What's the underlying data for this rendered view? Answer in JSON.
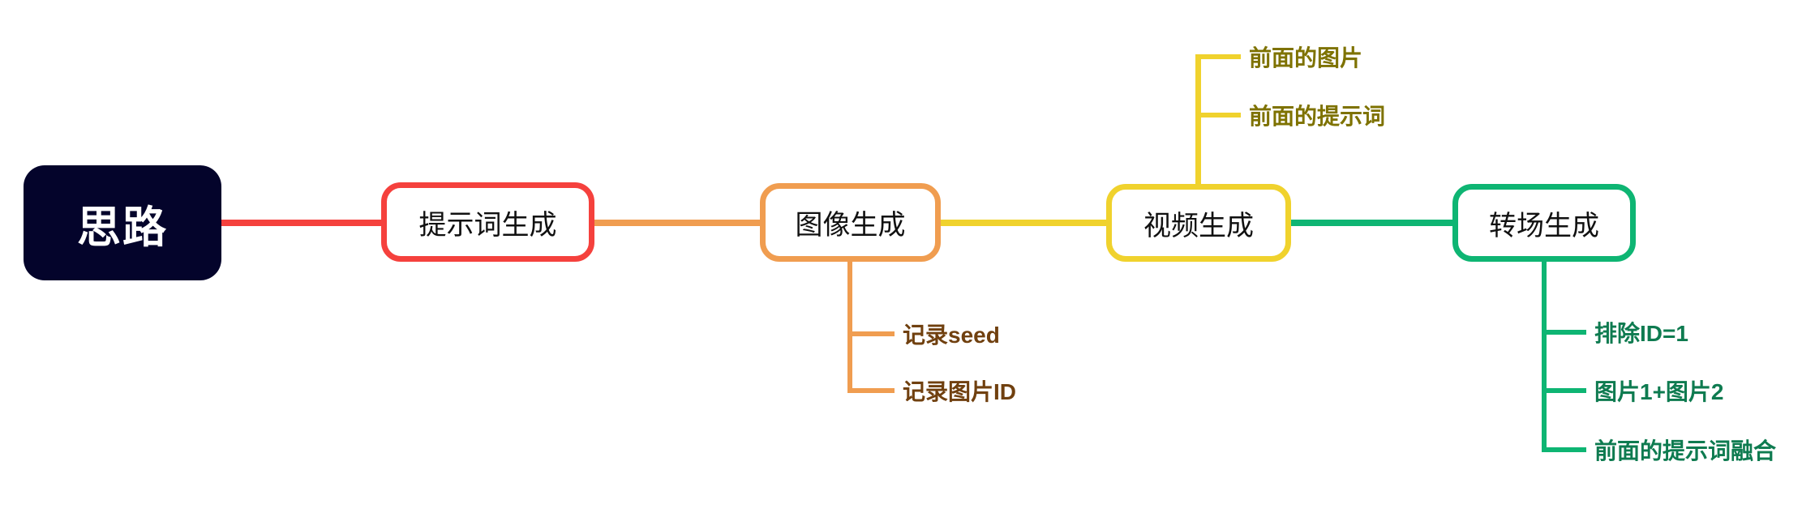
{
  "colors": {
    "canvas_bg": "#ffffff",
    "root_bg": "#04042b",
    "root_text": "#ffffff",
    "branch_red": "#f5413d",
    "branch_orange": "#f09d50",
    "branch_yellow": "#f0d22d",
    "branch_green": "#0eb573",
    "node_text": "#111111",
    "text_orange_dark": "#70400f",
    "text_yellow_dark": "#7e7200",
    "text_green_dark": "#0e7b50"
  },
  "mindmap": {
    "root": {
      "label": "思路"
    },
    "branches": [
      {
        "label": "提示词生成",
        "color": "#f5413d",
        "children": []
      },
      {
        "label": "图像生成",
        "color": "#f09d50",
        "children": [
          {
            "label": "记录seed"
          },
          {
            "label": "记录图片ID"
          }
        ]
      },
      {
        "label": "视频生成",
        "color": "#f0d22d",
        "children": [
          {
            "label": "前面的图片"
          },
          {
            "label": "前面的提示词"
          }
        ]
      },
      {
        "label": "转场生成",
        "color": "#0eb573",
        "children": [
          {
            "label": "排除ID=1"
          },
          {
            "label": "图片1+图片2"
          },
          {
            "label": "前面的提示词融合"
          }
        ]
      }
    ]
  }
}
